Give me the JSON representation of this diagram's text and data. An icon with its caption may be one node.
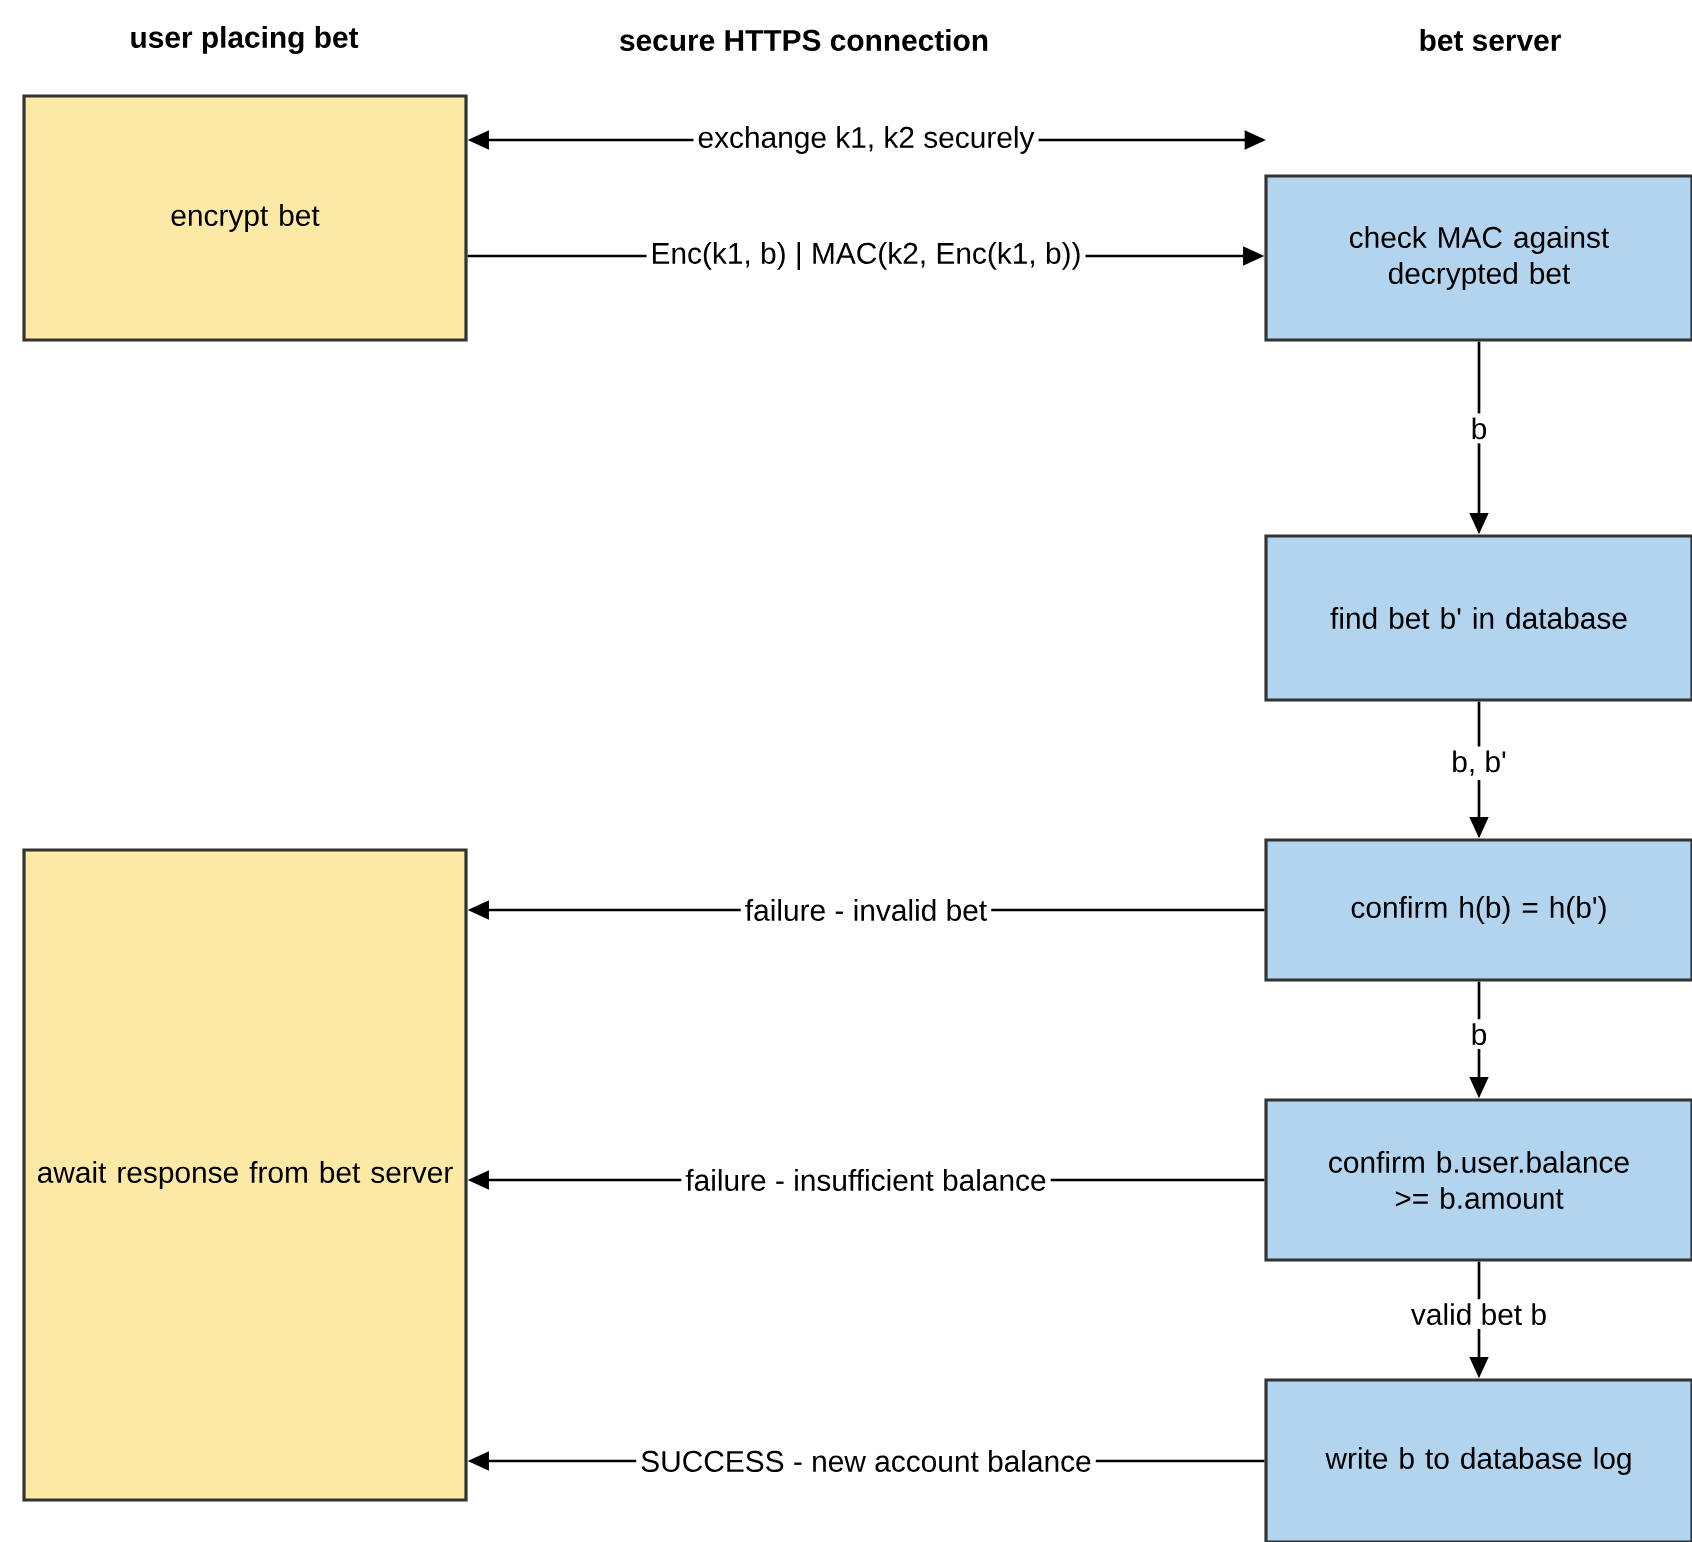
{
  "diagram": {
    "nodes": [
      {
        "text": [
          "encrypt bet"
        ]
      },
      {
        "text": [
          "check MAC against decrypted bet"
        ]
      },
      {
        "text": [
          "find bet b' in database"
        ]
      },
      {
        "text": [
          "confirm h(b) = h(b')"
        ]
      },
      {
        "text": [
          "confirm b.user.balance >= b.amount"
        ]
      },
      {
        "text": [
          "write b to database log"
        ]
      },
      {
        "text": [
          "await response from bet server"
        ]
      }
    ],
    "edges": [
      {
        "from": 0,
        "to": null,
        "arrow": "both",
        "label": "exchange k1, k2 securely"
      },
      {
        "from": 0,
        "to": 1,
        "arrow": "to",
        "label": "Enc(k1, b) | MAC(k2, Enc(k1, b))"
      },
      {
        "from": 1,
        "to": 2,
        "arrow": "to",
        "label": "b"
      },
      {
        "from": 2,
        "to": 3,
        "arrow": "to",
        "label": "b, b'"
      },
      {
        "from": 3,
        "to": 4,
        "arrow": "to",
        "label": "b"
      },
      {
        "from": 4,
        "to": 5,
        "arrow": "to",
        "label": "valid bet b"
      },
      {
        "from": 3,
        "to": 6,
        "arrow": "to",
        "label": "failure - invalid bet"
      },
      {
        "from": 4,
        "to": 6,
        "arrow": "to",
        "label": "failure - insufficient balance"
      },
      {
        "from": 5,
        "to": 6,
        "arrow": "to",
        "label": "SUCCESS - new account balance"
      }
    ],
    "labels": [
      "user placing bet",
      "secure HTTPS connection",
      "bet server"
    ]
  }
}
